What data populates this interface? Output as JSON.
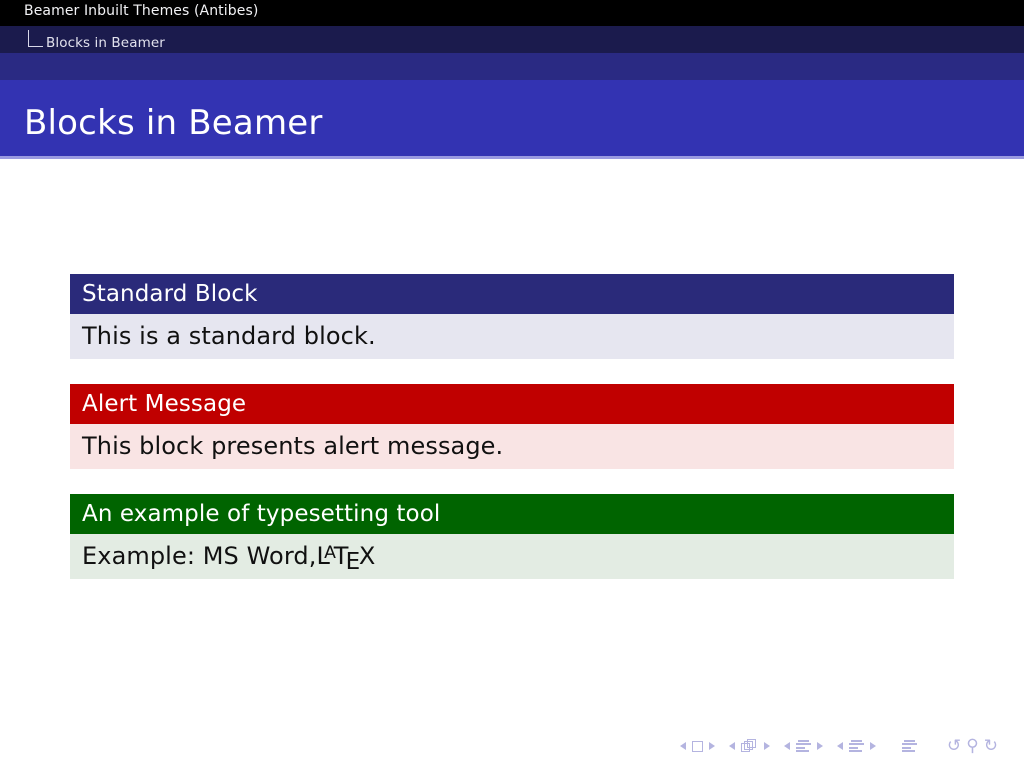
{
  "slide": {
    "section_title": "Beamer Inbuilt Themes (Antibes)",
    "subsection_title": "Blocks in Beamer",
    "frame_title": "Blocks in Beamer",
    "theme": "Antibes"
  },
  "colors": {
    "section_bar": "#000000",
    "subsection_bar": "#1b1b4d",
    "spacer_bar": "#2a2a83",
    "title_bar": "#3333b2",
    "title_rule": "#9a9ae0",
    "standard_header": "#2a2a7a",
    "standard_body": "#e6e6f0",
    "alert_header": "#c00000",
    "alert_body": "#f9e4e4",
    "example_header": "#006400",
    "example_body": "#e3ece3",
    "nav_icon": "#b4b4e0"
  },
  "blocks": [
    {
      "kind": "standard",
      "title": "Standard Block",
      "body": "This is a standard block."
    },
    {
      "kind": "alert",
      "title": "Alert Message",
      "body": "This block presents alert message."
    },
    {
      "kind": "example",
      "title": "An example of typesetting tool",
      "body_prefix": "Example: MS Word, ",
      "logo": {
        "l": "L",
        "a": "A",
        "t": "T",
        "e": "E",
        "x": "X"
      }
    }
  ],
  "navigation": {
    "groups": [
      {
        "icon": "slide-icon",
        "prev_label": "◀",
        "next_label": "▶"
      },
      {
        "icon": "frames-icon",
        "prev_label": "◀",
        "next_label": "▶"
      },
      {
        "icon": "subsection-lines-icon",
        "prev_label": "◀",
        "next_label": "▶"
      },
      {
        "icon": "section-lines-icon",
        "prev_label": "◀",
        "next_label": "▶"
      }
    ],
    "overview_icon": "document-lines-icon",
    "tools": [
      {
        "name": "back-icon",
        "glyph": "↺"
      },
      {
        "name": "search-icon",
        "glyph": "⚲"
      },
      {
        "name": "forward-icon",
        "glyph": "↻"
      }
    ]
  }
}
